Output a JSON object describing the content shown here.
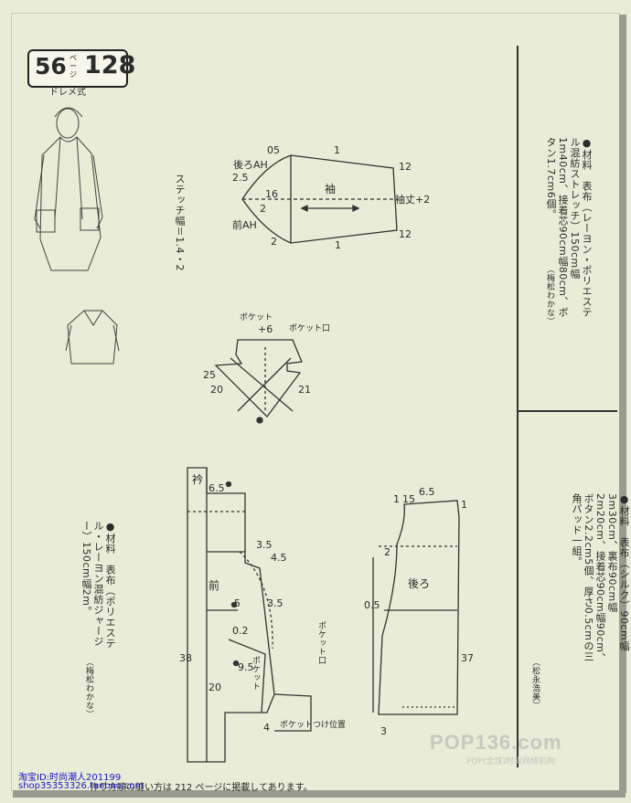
{
  "header": {
    "page_left": "56",
    "page_unit": "ページ",
    "page_right": "128",
    "subtitle": "ドレメ式"
  },
  "stitch_note": "ステッチ幅＝1.4・2",
  "materials_top": "●材料　表布（レーヨン・ポリエステル混紡ストレッチ）150cm幅1m40cm、接着芯90cm幅80cm、ボタン1.7cm6個。",
  "credit_top": "（梅松わかな）",
  "materials_mid": "●材料　表布（シルク）90cm幅3m30cm、裏布90cm幅2m20cm、接着芯90cm幅90cm、ボタン2.2cm5個、厚さ0.5cmの三角パッド一組。",
  "credit_mid": "（松永浩美）",
  "materials_left": "●材料　表布（ポリエステル・レーヨン混紡ジャージー）150cm幅2m。",
  "credit_left": "（梅松わかな）",
  "sleeve": {
    "top_ah": "後ろAH",
    "bottom_ah": "前AH",
    "name": "袖",
    "len_label": "袖丈+2",
    "n05": "05",
    "n1a": "1",
    "n12a": "12",
    "n25": "2.5",
    "n16": "16",
    "n2a": "2",
    "n2b": "2",
    "n1b": "1",
    "n12b": "12"
  },
  "pocket": {
    "label1": "ポケット",
    "plus6": "+6",
    "label2": "ポケット口",
    "n25": "25",
    "n20": "20",
    "n21": "21"
  },
  "front": {
    "collar": "衿",
    "name": "前",
    "n65": "6.5",
    "n35": "3.5",
    "n45": "4.5",
    "n5": "5",
    "n02": "0.2",
    "n35b": "3.5",
    "n95": "9.5",
    "n38": "38",
    "n20": "20",
    "n4": "4",
    "pocket_mouth": "ポケット口",
    "pocket_pos": "ポケットつけ位置",
    "pocket_lbl": "ポケット"
  },
  "back": {
    "name": "後ろ",
    "n15": "15",
    "n65": "6.5",
    "n1a": "1",
    "n1b": "1",
    "n2": "2",
    "n05": "0.5",
    "n37": "37",
    "n3": "3"
  },
  "footer_note": "作り方順の縫い方は 212 ページに掲載してあります。",
  "watermark": "POP136.com",
  "watermark_sub": "POP(全球)时尚网络机构",
  "shop_id": "淘宝ID:时尚潮人201199",
  "shop_url": "shop35353326.taobao.com"
}
